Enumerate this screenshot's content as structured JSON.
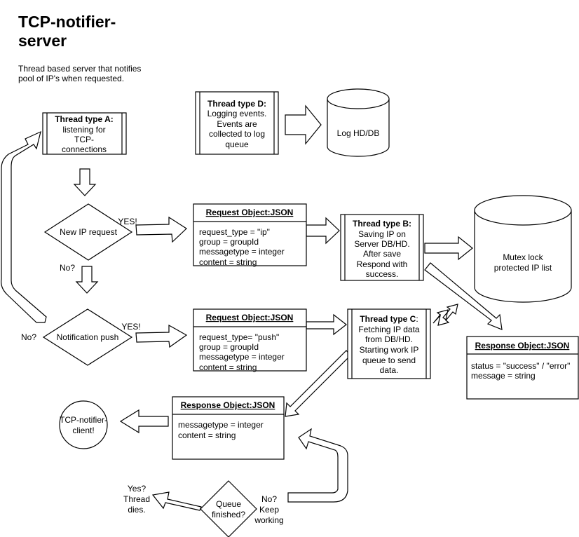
{
  "title": [
    "TCP-notifier-",
    "server"
  ],
  "subtitle": [
    "Thread based server that notifies",
    "pool of IP's when requested."
  ],
  "thread_a": {
    "heading": "Thread type A:",
    "lines": [
      "listening for",
      "TCP-",
      "connections"
    ]
  },
  "thread_d": {
    "heading": "Thread type D:",
    "lines": [
      "Logging events.",
      "Events are",
      "collected to log",
      "queue"
    ]
  },
  "log_db": {
    "label": "Log HD/DB"
  },
  "decision_new_ip": {
    "label": "New IP request",
    "yes": "YES!",
    "no": "No?"
  },
  "decision_push": {
    "label": "Notification push",
    "yes": "YES!",
    "no": "No?"
  },
  "request_ip": {
    "heading": "Request Object:JSON",
    "lines": [
      "request_type = \"ip\"",
      "group = groupId",
      "messagetype = integer",
      "content = string"
    ]
  },
  "request_push": {
    "heading": "Request Object:JSON",
    "lines": [
      "request_type= \"push\"",
      "group = groupId",
      "messagetype = integer",
      "content = string"
    ]
  },
  "thread_b": {
    "heading": "Thread type B:",
    "lines": [
      "Saving IP on",
      "Server DB/HD.",
      "After save",
      "Respond with",
      "success."
    ]
  },
  "thread_c": {
    "heading": "Thread type C",
    "heading_suffix": ":",
    "lines": [
      "Fetching IP data",
      "from DB/HD.",
      "Starting work IP",
      "queue to send",
      "data."
    ]
  },
  "mutex_db": {
    "lines": [
      "Mutex lock",
      "protected IP list"
    ]
  },
  "response_status": {
    "heading": "Response Object:JSON",
    "lines": [
      "status = \"success\" / \"error\"",
      "message = string"
    ]
  },
  "response_message": {
    "heading": "Response Object:JSON",
    "lines": [
      "messagetype = integer",
      "content = string"
    ]
  },
  "client": {
    "lines": [
      "TCP-notifier-",
      "client!"
    ]
  },
  "decision_queue": {
    "lines": [
      "Queue",
      "finished?"
    ],
    "yes_lines": [
      "Yes?",
      "Thread",
      "dies."
    ],
    "no_lines": [
      "No?",
      "Keep",
      "working"
    ]
  }
}
